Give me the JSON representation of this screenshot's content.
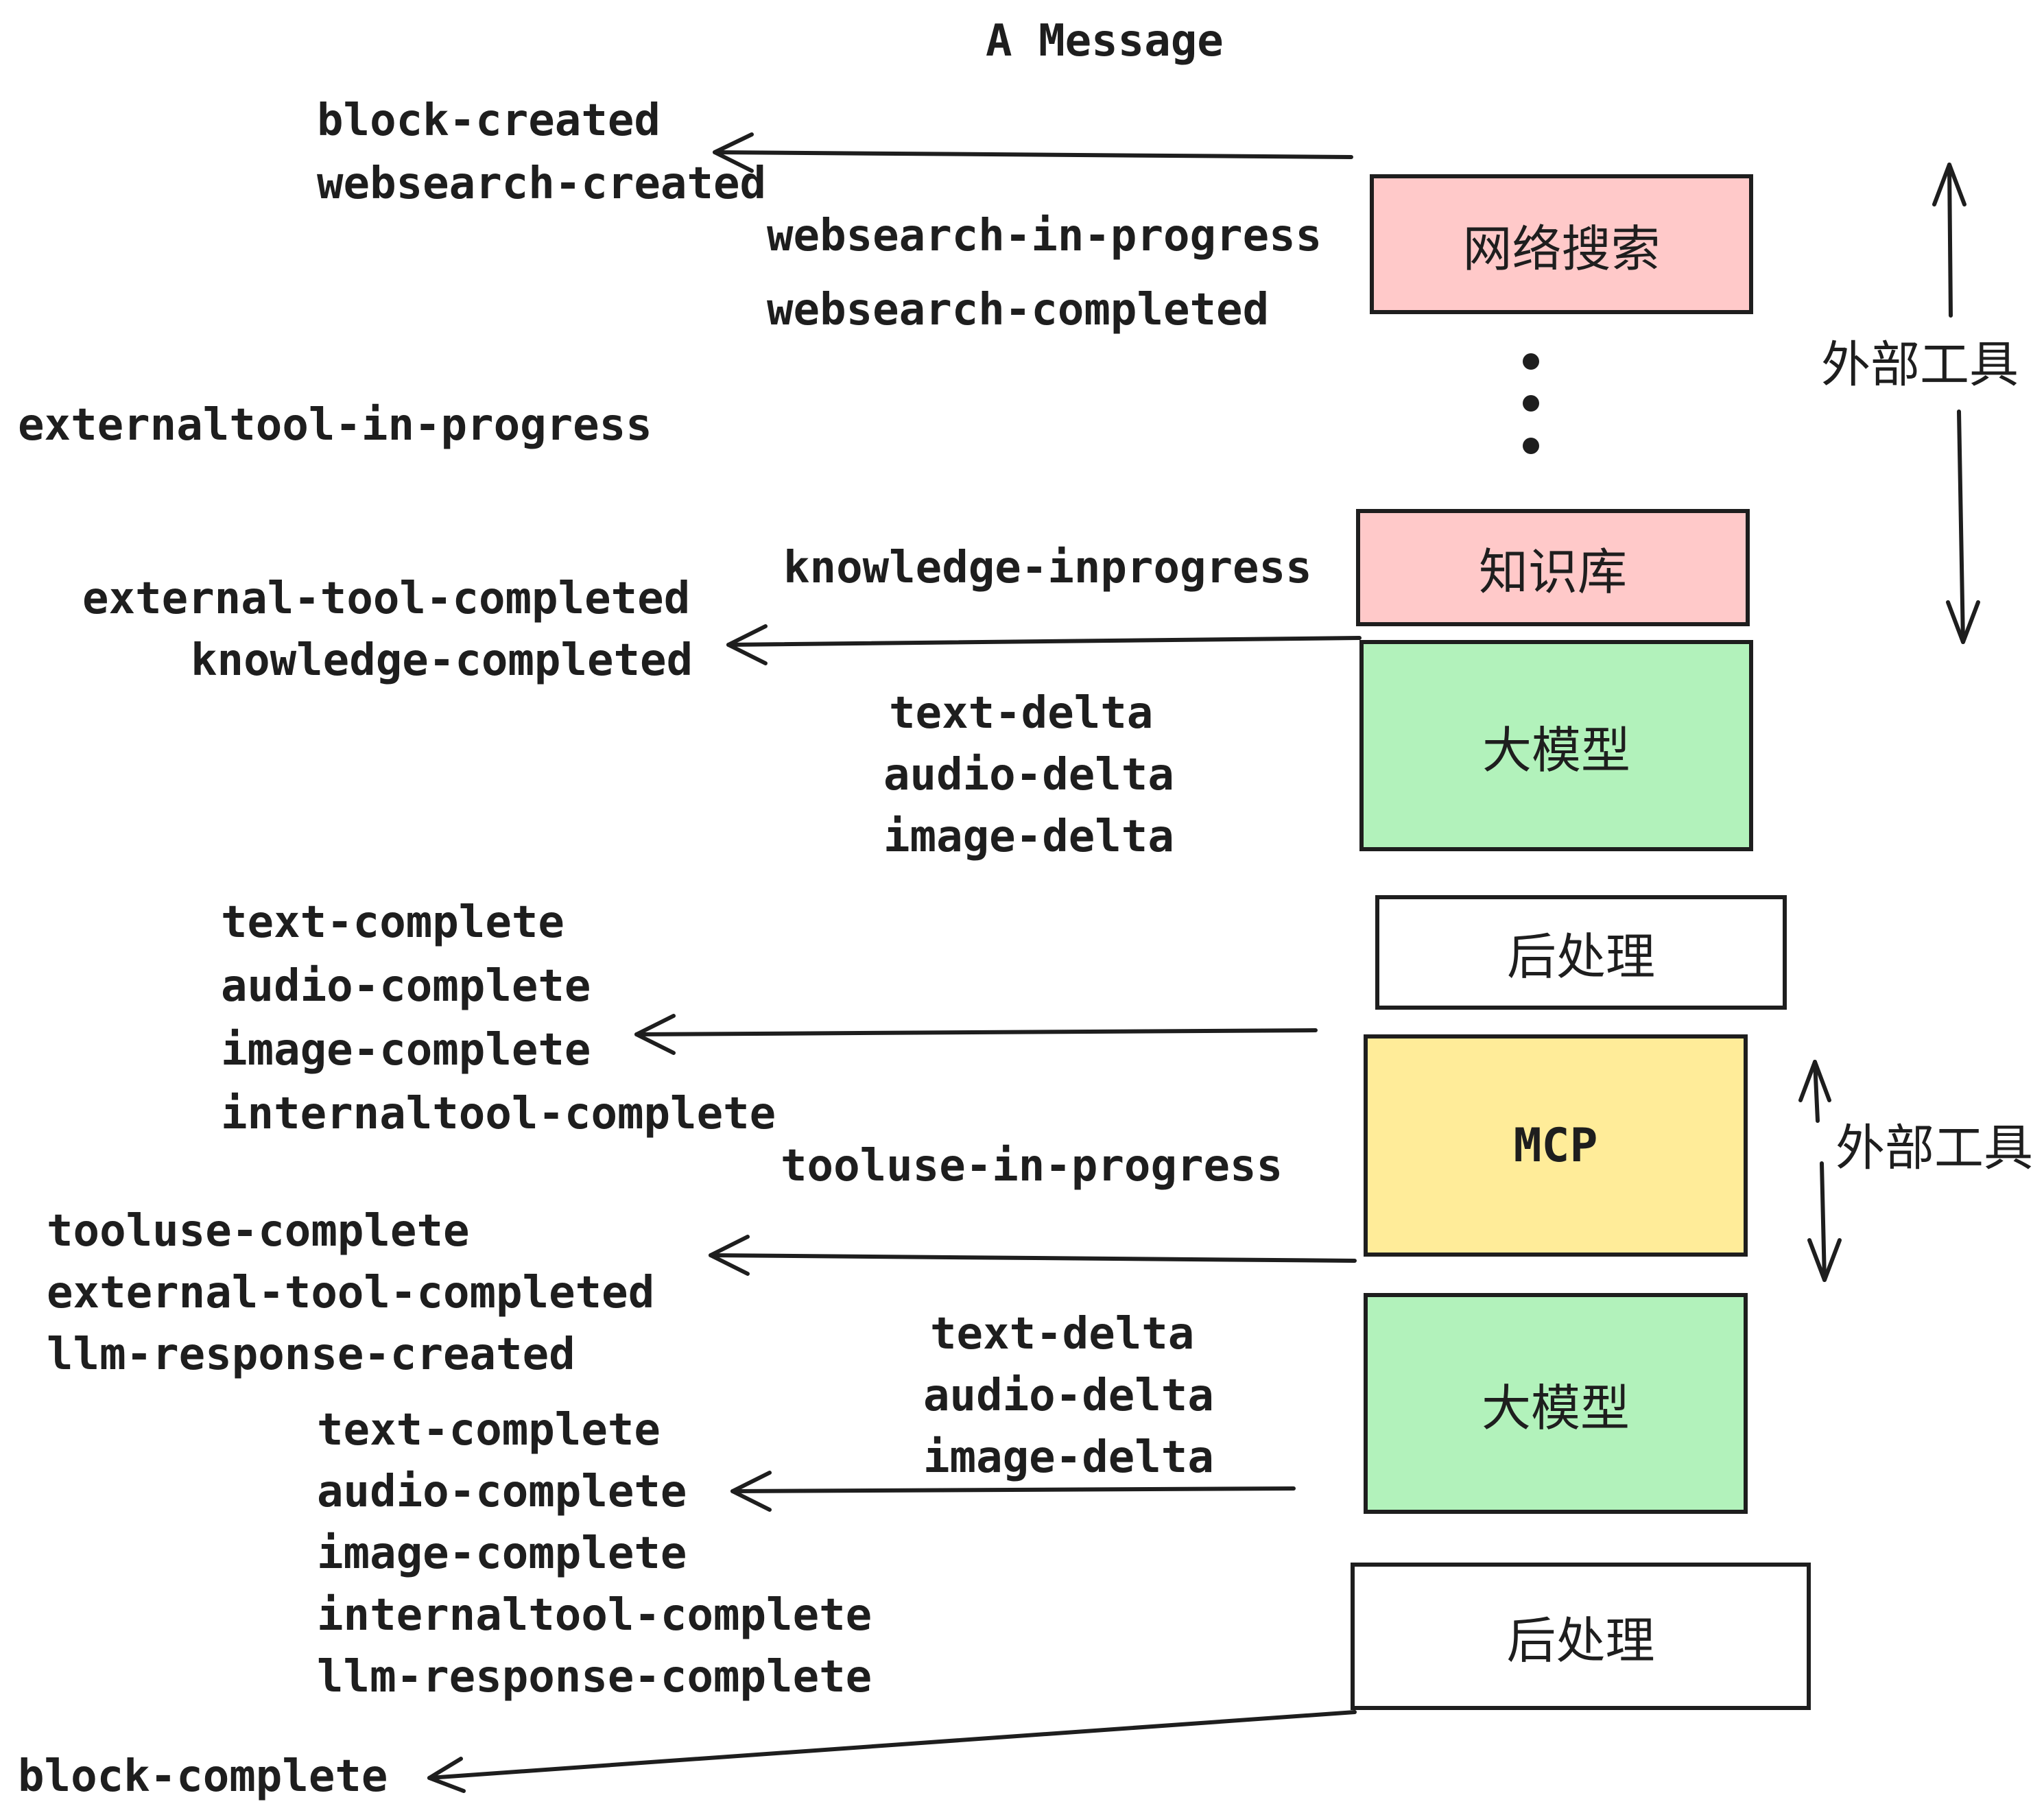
{
  "title": "A Message",
  "boxes": {
    "websearch": {
      "label": "网络搜索",
      "fill": "#ffc9c9"
    },
    "knowledge": {
      "label": "知识库",
      "fill": "#ffc9c9"
    },
    "llm1": {
      "label": "大模型",
      "fill": "#b2f2bb"
    },
    "post1": {
      "label": "后处理",
      "fill": "#ffffff"
    },
    "mcp": {
      "label": "MCP",
      "fill": "#ffec99"
    },
    "llm2": {
      "label": "大模型",
      "fill": "#b2f2bb"
    },
    "post2": {
      "label": "后处理",
      "fill": "#ffffff"
    }
  },
  "side_labels": {
    "external_tool_top": "外部工具",
    "external_tool_mcp": "外部工具"
  },
  "events": {
    "block_created": "block-created",
    "websearch_created": "websearch-created",
    "websearch_in_progress": "websearch-in-progress",
    "websearch_completed": "websearch-completed",
    "externaltool_in_progress": "externaltool-in-progress",
    "knowledge_inprogress": "knowledge-inprogress",
    "external_tool_completed_1": "external-tool-completed",
    "knowledge_completed": "knowledge-completed",
    "text_delta_1": "text-delta",
    "audio_delta_1": "audio-delta",
    "image_delta_1": "image-delta",
    "text_complete_1": "text-complete",
    "audio_complete_1": "audio-complete",
    "image_complete_1": "image-complete",
    "internaltool_complete_1": "internaltool-complete",
    "tooluse_in_progress": "tooluse-in-progress",
    "tooluse_complete": "tooluse-complete",
    "external_tool_completed_2": "external-tool-completed",
    "llm_response_created": "llm-response-created",
    "text_delta_2": "text-delta",
    "audio_delta_2": "audio-delta",
    "image_delta_2": "image-delta",
    "text_complete_2": "text-complete",
    "audio_complete_2": "audio-complete",
    "image_complete_2": "image-complete",
    "internaltool_complete_2": "internaltool-complete",
    "llm_response_complete": "llm-response-complete",
    "block_complete": "block-complete"
  },
  "colors": {
    "stroke": "#1e1e1e",
    "pink": "#ffc9c9",
    "green": "#b2f2bb",
    "yellow": "#ffec99",
    "white": "#ffffff"
  }
}
